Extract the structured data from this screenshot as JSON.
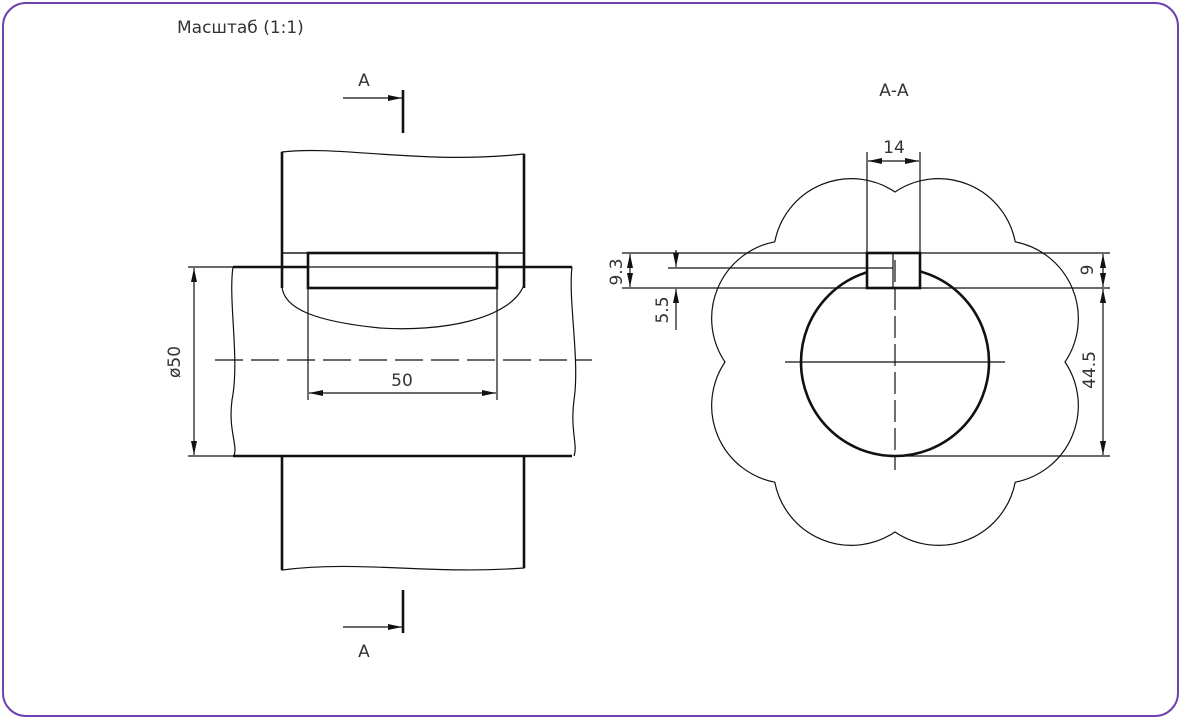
{
  "scale_label": "Масштаб (1:1)",
  "section_marks": {
    "top": "А",
    "bottom": "А"
  },
  "section_title": "А-А",
  "dimensions": {
    "shaft_diameter": "ø50",
    "key_length": "50",
    "key_width": "14",
    "depth_total": "9.3",
    "depth_shaft": "5.5",
    "key_height": "9",
    "shaft_to_slot": "44.5"
  },
  "colors": {
    "border": "#6f42b0",
    "line": "#111111"
  }
}
